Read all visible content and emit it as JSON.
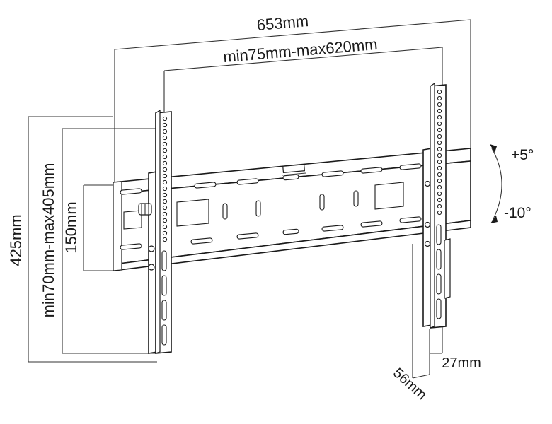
{
  "dimensions": {
    "overall_width": "653mm",
    "vesa_width": "min75mm-max620mm",
    "overall_height": "425mm",
    "vesa_height": "min70mm-max405mm",
    "plate_height": "150mm",
    "depth_max": "56mm",
    "depth_min": "27mm"
  },
  "tilt": {
    "up": "+5°",
    "down": "-10°"
  },
  "colors": {
    "line": "#1a1a1a",
    "background": "#ffffff"
  }
}
